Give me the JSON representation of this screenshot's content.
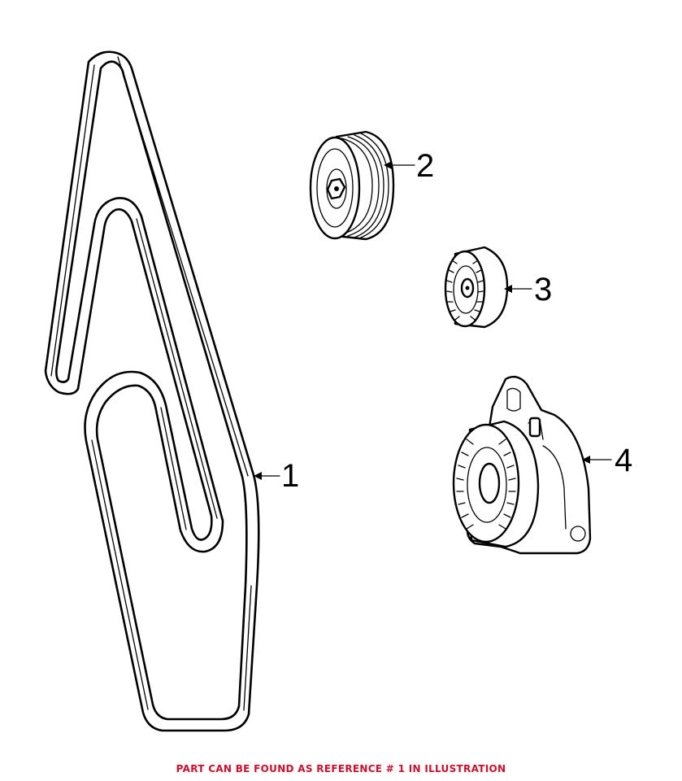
{
  "diagram": {
    "callouts": [
      {
        "id": "1",
        "label": "1"
      },
      {
        "id": "2",
        "label": "2"
      },
      {
        "id": "3",
        "label": "3"
      },
      {
        "id": "4",
        "label": "4"
      }
    ]
  },
  "footer": {
    "caption": "PART CAN BE FOUND AS REFERENCE # 1 IN ILLUSTRATION"
  },
  "colors": {
    "caption": "#c8102e",
    "lines": "#000000"
  }
}
